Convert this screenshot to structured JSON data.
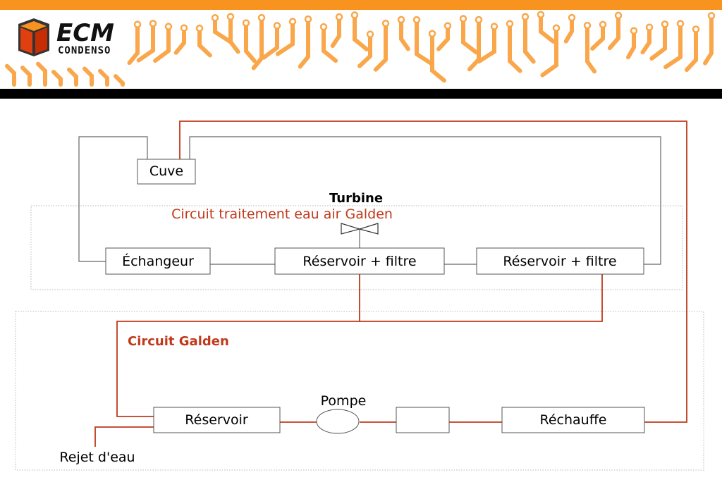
{
  "header": {
    "logo_main": "ECM",
    "logo_sub": "CONDENSO"
  },
  "colors": {
    "accent": "#f7931e",
    "pcb_trace": "#f9a74a",
    "line_red": "#c0391b",
    "line_gray": "#666666",
    "dotted": "#b8b8b8"
  },
  "diagram": {
    "cuve": "Cuve",
    "turbine": "Turbine",
    "circuit_traitement": "Circuit traitement eau air Galden",
    "echangeur": "Échangeur",
    "reservoir_filtre_1": "Réservoir + filtre",
    "reservoir_filtre_2": "Réservoir + filtre",
    "circuit_galden": "Circuit Galden",
    "pompe": "Pompe",
    "reservoir": "Réservoir",
    "unnamed_box": "",
    "rechauffe": "Réchauffe",
    "rejet": "Rejet d'eau"
  }
}
